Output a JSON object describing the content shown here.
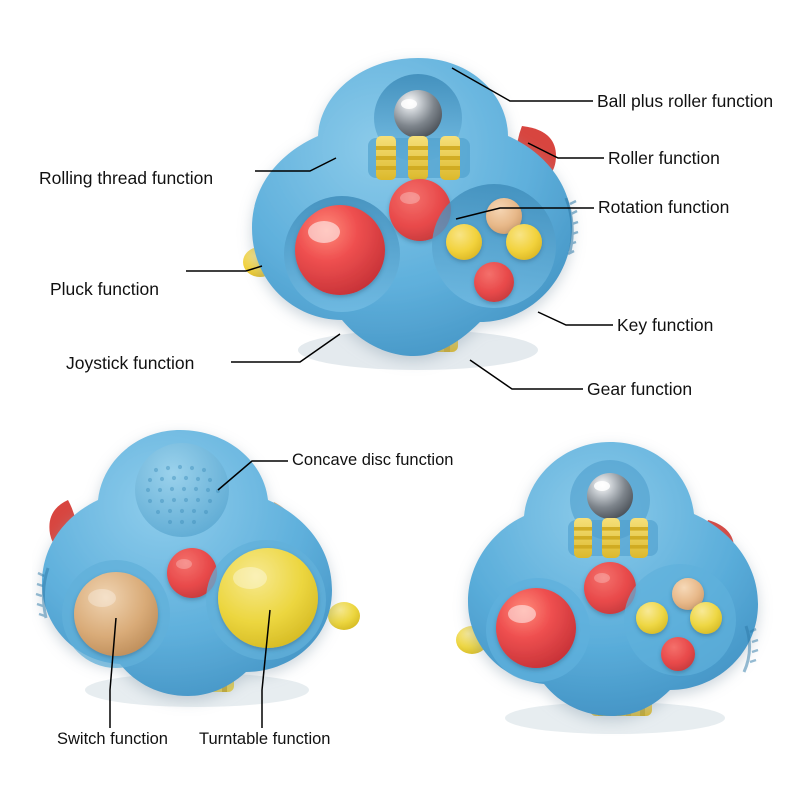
{
  "image": {
    "subject": "fidget-toy-triangular-spinner",
    "background_color": "#ffffff",
    "views": [
      {
        "id": "top-view",
        "position": "top-center"
      },
      {
        "id": "bottom-left-view",
        "position": "bottom-left"
      },
      {
        "id": "bottom-right-view",
        "position": "bottom-right"
      }
    ]
  },
  "colors": {
    "body_blue": "#57a8d8",
    "body_blue_light": "#7cc3e6",
    "body_blue_dark": "#3d8ec0",
    "red_button": "#e8494a",
    "yellow_button": "#f2d23c",
    "tan_button": "#e8b98a",
    "beige_pad": "#d6a06a",
    "metal_ball": "#8d9299",
    "label_text": "#111111",
    "leader_line": "#000000"
  },
  "labels": {
    "top_view": [
      {
        "id": "ball-plus-roller-function",
        "text": "Ball plus roller function"
      },
      {
        "id": "roller-function",
        "text": "Roller function"
      },
      {
        "id": "rotation-function",
        "text": "Rotation function"
      },
      {
        "id": "rolling-thread-function",
        "text": "Rolling thread function"
      },
      {
        "id": "pluck-function",
        "text": "Pluck function"
      },
      {
        "id": "joystick-function",
        "text": "Joystick function"
      },
      {
        "id": "key-function",
        "text": "Key function"
      },
      {
        "id": "gear-function",
        "text": "Gear function"
      }
    ],
    "bottom_left_view": [
      {
        "id": "concave-disc-function",
        "text": "Concave disc function"
      },
      {
        "id": "switch-function",
        "text": "Switch function"
      },
      {
        "id": "turntable-function",
        "text": "Turntable function"
      }
    ],
    "bottom_right_view": []
  }
}
